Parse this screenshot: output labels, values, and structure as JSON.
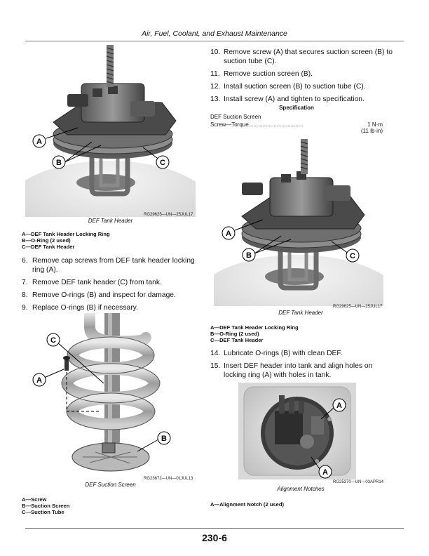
{
  "header": {
    "title": "Air, Fuel, Coolant, and Exhaust Maintenance"
  },
  "figures": {
    "tank_header_left": {
      "code": "RG29625—UN—25JUL17",
      "caption": "DEF Tank Header",
      "callouts": [
        "A",
        "B",
        "C"
      ],
      "legend": [
        "A—DEF Tank Header Locking Ring",
        "B—O-Ring (2 used)",
        "C—DEF Tank Header"
      ]
    },
    "suction_screen": {
      "code": "RG23672—UN—01JUL13",
      "caption": "DEF Suction Screen",
      "callouts": [
        "A",
        "B",
        "C"
      ],
      "legend": [
        "A—Screw",
        "B—Suction Screen",
        "C—Suction Tube"
      ]
    },
    "tank_header_right": {
      "code": "RG29625—UN—25JUL17",
      "caption": "DEF Tank Header",
      "callouts": [
        "A",
        "B",
        "C"
      ],
      "legend": [
        "A—DEF Tank Header Locking Ring",
        "B—O-Ring (2 used)",
        "C—DEF Tank Header"
      ]
    },
    "alignment": {
      "code": "RG25370—UN—03APR14",
      "caption": "Alignment Notches",
      "callouts": [
        "A",
        "A"
      ],
      "legend": [
        "A—Alignment Notch (2 used)"
      ]
    }
  },
  "steps_left": [
    {
      "num": "6.",
      "text": "Remove cap screws from DEF tank header locking ring (A)."
    },
    {
      "num": "7.",
      "text": "Remove DEF tank header (C) from tank."
    },
    {
      "num": "8.",
      "text": "Remove O-rings (B) and inspect for damage."
    },
    {
      "num": "9.",
      "text": "Replace O-rings (B) if necessary."
    }
  ],
  "steps_right_top": [
    {
      "num": "10.",
      "text": "Remove screw (A) that secures suction screen (B) to suction tube (C)."
    },
    {
      "num": "11.",
      "text": "Remove suction screen (B)."
    },
    {
      "num": "12.",
      "text": "Install suction screen (B) to suction tube (C)."
    },
    {
      "num": "13.",
      "text": "Install screw (A) and tighten to specification."
    }
  ],
  "specification": {
    "title": "Specification",
    "item": "DEF Suction Screen",
    "label": "Screw—Torque",
    "dots": "...................................",
    "value": "1 N·m",
    "value_alt": "(11 lb·in)"
  },
  "steps_right_bottom": [
    {
      "num": "14.",
      "text": "Lubricate O-rings (B) with clean DEF."
    },
    {
      "num": "15.",
      "text": "Insert DEF header into tank and align holes on locking ring (A) with holes in tank."
    }
  ],
  "footer": {
    "page_number": "230-6"
  }
}
